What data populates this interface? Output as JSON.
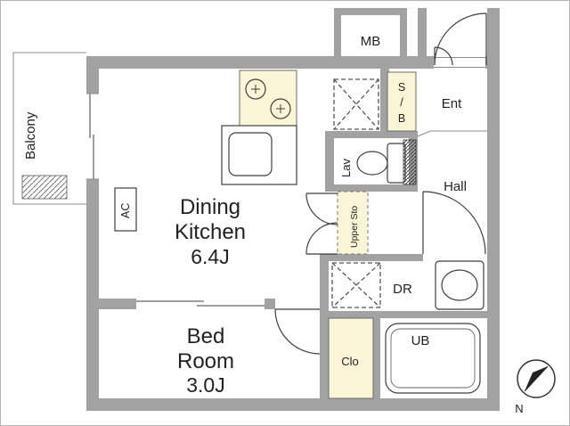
{
  "floorplan": {
    "rooms": {
      "balcony": {
        "label": "Balcony"
      },
      "dining_kitchen": {
        "line1": "Dining",
        "line2": "Kitchen",
        "size": "6.4J"
      },
      "bed_room": {
        "line1": "Bed",
        "line2": "Room",
        "size": "3.0J"
      },
      "meter_box": {
        "label": "MB"
      },
      "entrance": {
        "label": "Ent"
      },
      "shoe_box": {
        "label": "S/B",
        "part1": "S",
        "part2": "/",
        "part3": "B"
      },
      "lavatory": {
        "label": "Lav"
      },
      "hall": {
        "label": "Hall"
      },
      "upper_storage": {
        "label": "Upper Sto"
      },
      "air_conditioner": {
        "label": "AC"
      },
      "dressing_room": {
        "label": "DR"
      },
      "unit_bath": {
        "label": "UB"
      },
      "closet": {
        "label": "Clo"
      }
    },
    "compass": {
      "north_label": "N"
    },
    "colors": {
      "wall": "#a2a2a2",
      "room_highlight": "#fbf5d8",
      "line": "#3f3f3f",
      "background": "#ffffff"
    }
  }
}
